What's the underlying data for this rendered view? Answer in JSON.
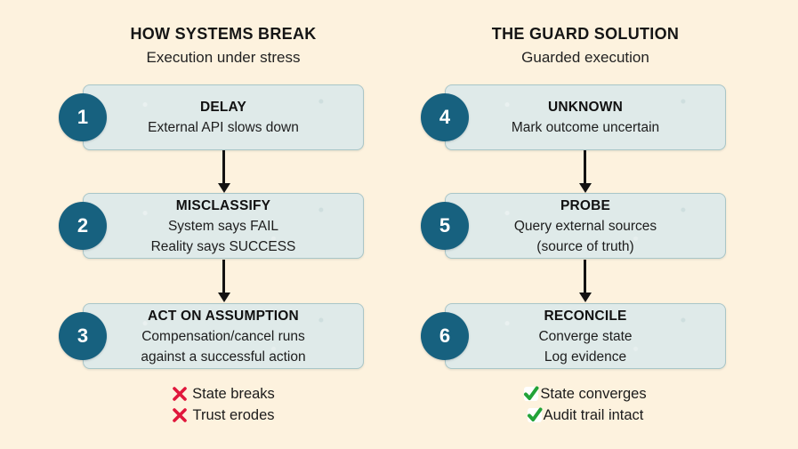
{
  "colors": {
    "background": "#fdf2de",
    "box_fill": "#dfeae9",
    "box_border": "#a9c6c8",
    "circle": "#17617f",
    "arrow": "#121212",
    "cross_red": "#e0173c",
    "check_green": "#22a338",
    "text": "#1b1b1b"
  },
  "left_column": {
    "title": "HOW SYSTEMS BREAK",
    "subtitle": "Execution under stress",
    "steps": [
      {
        "number": "1",
        "title": "DELAY",
        "lines": [
          "External API slows down"
        ]
      },
      {
        "number": "2",
        "title": "MISCLASSIFY",
        "lines": [
          "System says FAIL",
          "Reality says SUCCESS"
        ]
      },
      {
        "number": "3",
        "title": "ACT ON ASSUMPTION",
        "lines": [
          "Compensation/cancel runs",
          "against a successful action"
        ]
      }
    ],
    "outcomes": [
      {
        "icon": "cross-icon",
        "label": "State breaks"
      },
      {
        "icon": "cross-icon",
        "label": "Trust erodes"
      }
    ]
  },
  "right_column": {
    "title": "THE GUARD SOLUTION",
    "subtitle": "Guarded execution",
    "steps": [
      {
        "number": "4",
        "title": "UNKNOWN",
        "lines": [
          "Mark outcome uncertain"
        ]
      },
      {
        "number": "5",
        "title": "PROBE",
        "lines": [
          "Query external sources",
          "(source of truth)"
        ]
      },
      {
        "number": "6",
        "title": "RECONCILE",
        "lines": [
          "Converge state",
          "Log evidence"
        ]
      }
    ],
    "outcomes": [
      {
        "icon": "check-icon",
        "label": "State converges"
      },
      {
        "icon": "check-icon",
        "label": "Audit trail intact"
      }
    ]
  }
}
